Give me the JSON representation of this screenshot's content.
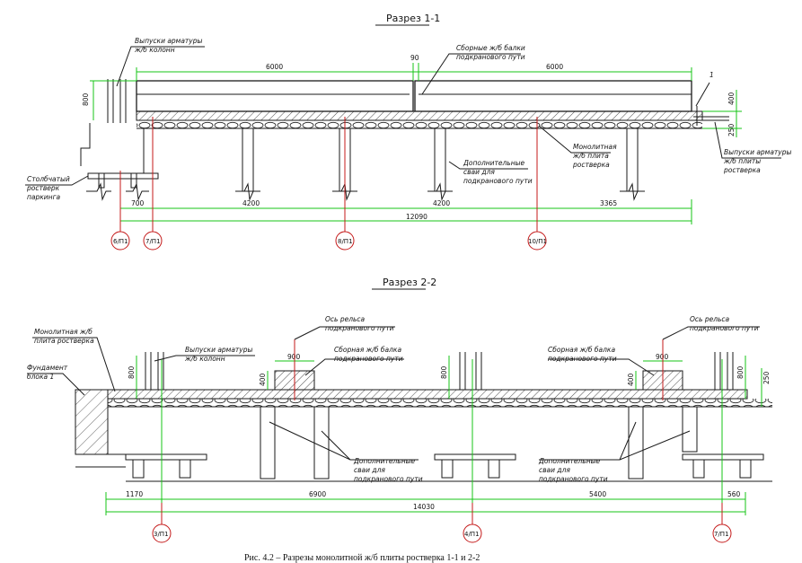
{
  "section1": {
    "title": "Разрез 1-1",
    "labels": {
      "column_rebar": [
        "Выпуски арматуры",
        "ж/б колонн"
      ],
      "precast_beams": [
        "Сборные ж/б балки",
        "подкранового пути"
      ],
      "slab": [
        "Монолитная",
        "ж/б плита",
        "ростверка"
      ],
      "extra_piles": [
        "Дополнительные",
        "сваи для",
        "подкранового пути"
      ],
      "parking_grillage": [
        "Столбчатый",
        "ростверк",
        "паркинга"
      ],
      "slab_rebar": [
        "Выпуски арматуры",
        "ж/б плиты",
        "ростверка"
      ],
      "mark": "1"
    },
    "dims": {
      "span_left": "6000",
      "span_right": "6000",
      "gap": "90",
      "h_left": "800",
      "h_right": "400",
      "slab": "250",
      "d1": "700",
      "d2": "4200",
      "d3": "4200",
      "d4": "3365",
      "total": "12090"
    },
    "axes": [
      "6/П1",
      "7/П1",
      "8/П1",
      "10/П1"
    ]
  },
  "section2": {
    "title": "Разрез 2-2",
    "labels": {
      "slab": [
        "Монолитная ж/б",
        "плита ростверка"
      ],
      "foundation": [
        "Фундамент",
        "блока 1"
      ],
      "column_rebar": [
        "Выпуски арматуры",
        "ж/б колонн"
      ],
      "rail_axis_left": [
        "Ось рельса",
        "подкранового пути"
      ],
      "beam_left": [
        "Сборная ж/б балка",
        "подкранового пути"
      ],
      "rail_axis_right": [
        "Ось рельса",
        "подкранового пути"
      ],
      "beam_right": [
        "Сборная ж/б балка",
        "подкранового пути"
      ],
      "piles_left": [
        "Дополнительные",
        "сваи для",
        "подкранового пути"
      ],
      "piles_right": [
        "Дополнительные",
        "сваи для",
        "подкранового пути"
      ]
    },
    "dims": {
      "h_left": "800",
      "beam_left_w": "900",
      "beam_left_h": "400",
      "h_mid": "800",
      "beam_right_h": "400",
      "beam_right_w": "900",
      "h_right": "800",
      "slab": "250",
      "d1": "1170",
      "d2": "6900",
      "d3": "5400",
      "d4": "560",
      "total": "14030"
    },
    "axes": [
      "3/П1",
      "4/П1",
      "7/П1"
    ]
  },
  "caption": "Рис. 4.2 – Разрезы монолитной ж/б плиты ростверка 1-1 и 2-2",
  "colors": {
    "dimension": "#17c417",
    "axis": "#c41a1a",
    "drawing": "#1a1a1a"
  }
}
